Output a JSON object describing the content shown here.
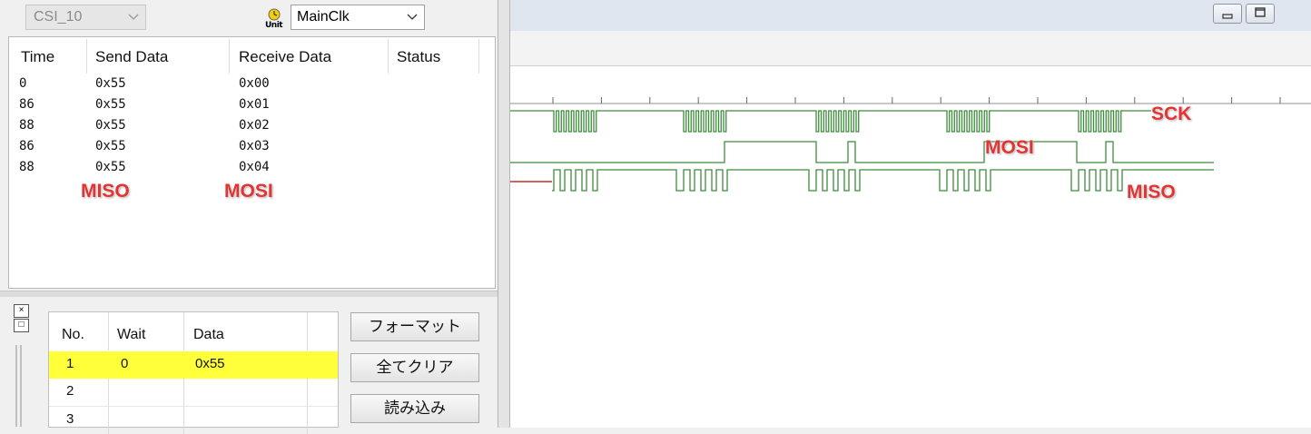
{
  "top_controls": {
    "channel_combo": "CSI_10",
    "clock_icon_label": "Unit",
    "clock_combo": "MainClk"
  },
  "log_table": {
    "headers": [
      "Time",
      "Send Data",
      "Receive Data",
      "Status"
    ],
    "rows": [
      {
        "time": "0",
        "send": "0x55",
        "receive": "0x00",
        "status": ""
      },
      {
        "time": "86",
        "send": "0x55",
        "receive": "0x01",
        "status": ""
      },
      {
        "time": "88",
        "send": "0x55",
        "receive": "0x02",
        "status": ""
      },
      {
        "time": "86",
        "send": "0x55",
        "receive": "0x03",
        "status": ""
      },
      {
        "time": "88",
        "send": "0x55",
        "receive": "0x04",
        "status": ""
      }
    ],
    "annotations": {
      "left": "MISO",
      "right": "MOSI"
    }
  },
  "tool_strip": {
    "close_glyph": "×",
    "restore_glyph": "□"
  },
  "send_table": {
    "headers": [
      "No.",
      "Wait",
      "Data"
    ],
    "rows": [
      {
        "no": "1",
        "wait": "0",
        "data": "0x55",
        "selected": true
      },
      {
        "no": "2",
        "wait": "",
        "data": "",
        "selected": false
      },
      {
        "no": "3",
        "wait": "",
        "data": "",
        "selected": false
      }
    ]
  },
  "buttons": {
    "format": "フォーマット",
    "clear_all": "全てクリア",
    "load": "読み込み"
  },
  "waveform": {
    "labels": {
      "sck": "SCK",
      "mosi": "MOSI",
      "miso": "MISO"
    },
    "colors": {
      "trace": "#3c8c3c",
      "miso_start": "#c03030",
      "label": "#e33333"
    }
  }
}
